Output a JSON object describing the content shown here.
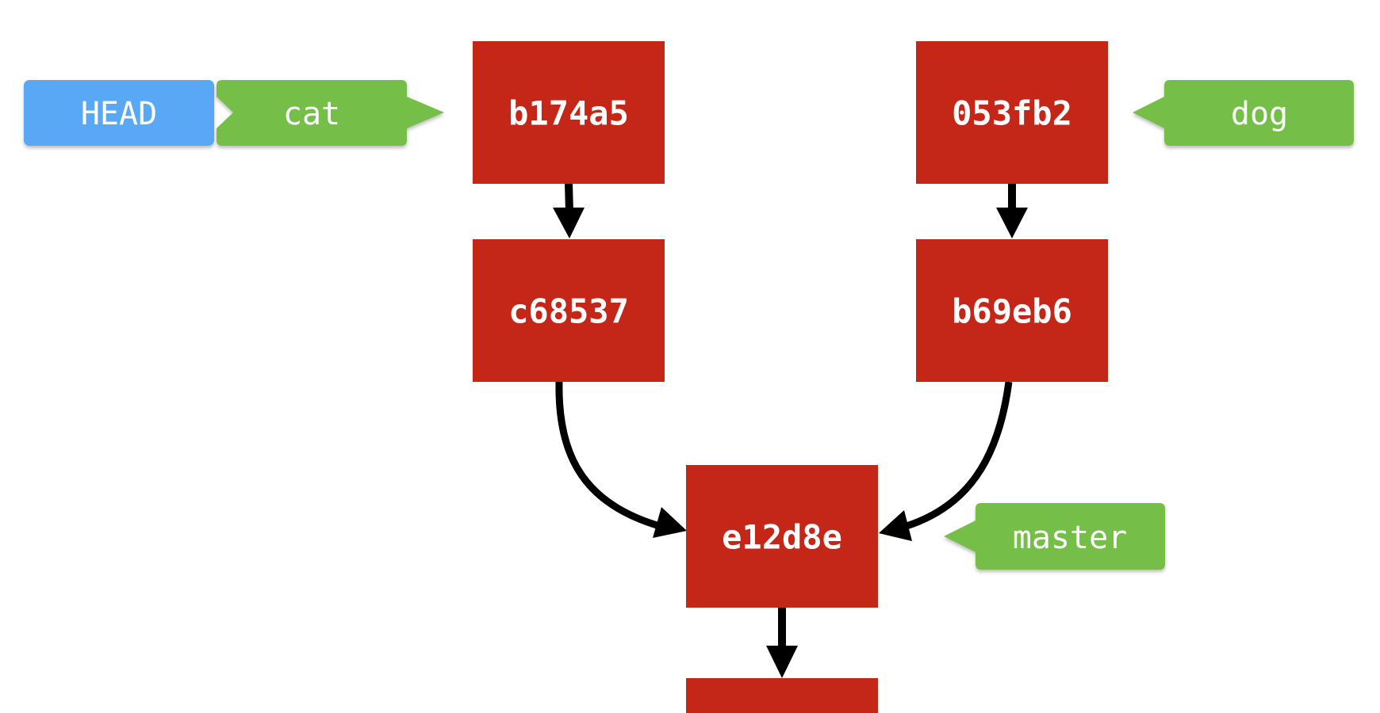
{
  "commits": {
    "b174a5": "b174a5",
    "c68537": "c68537",
    "b053fb2": "053fb2",
    "b69eb6": "b69eb6",
    "e12d8e": "e12d8e"
  },
  "refs": {
    "head": "HEAD",
    "cat": "cat",
    "dog": "dog",
    "master": "master"
  },
  "colors": {
    "commit": "#c42617",
    "branch": "#74bf48",
    "head": "#58a8f5",
    "edge": "#000000",
    "text": "#ffffff"
  }
}
